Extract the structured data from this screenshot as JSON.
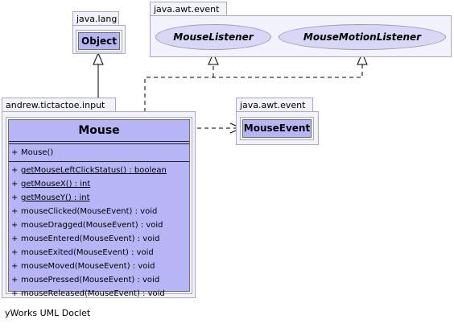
{
  "packages": {
    "java_lang": {
      "label": "java.lang",
      "classes": {
        "object": "Object"
      }
    },
    "java_awt_event_top": {
      "label": "java.awt.event",
      "interfaces": {
        "mouse_listener": "MouseListener",
        "mouse_motion_listener": "MouseMotionListener"
      }
    },
    "andrew_input": {
      "label": "andrew.tictactoe.input"
    },
    "java_awt_event_right": {
      "label": "java.awt.event",
      "classes": {
        "mouse_event": "MouseEvent"
      }
    }
  },
  "main_class": {
    "name": "Mouse",
    "constructors": [
      {
        "vis": "+",
        "sig": "Mouse()"
      }
    ],
    "methods": [
      {
        "vis": "+",
        "sig": "getMouseLeftClickStatus() : boolean"
      },
      {
        "vis": "+",
        "sig": "getMouseX() : int"
      },
      {
        "vis": "+",
        "sig": "getMouseY() : int"
      },
      {
        "vis": "+",
        "sig": "mouseClicked(MouseEvent) : void"
      },
      {
        "vis": "+",
        "sig": "mouseDragged(MouseEvent) : void"
      },
      {
        "vis": "+",
        "sig": "mouseEntered(MouseEvent) : void"
      },
      {
        "vis": "+",
        "sig": "mouseExited(MouseEvent) : void"
      },
      {
        "vis": "+",
        "sig": "mouseMoved(MouseEvent) : void"
      },
      {
        "vis": "+",
        "sig": "mousePressed(MouseEvent) : void"
      },
      {
        "vis": "+",
        "sig": "mouseReleased(MouseEvent) : void"
      }
    ]
  },
  "footer": "yWorks UML Doclet",
  "colors": {
    "package_fill": "#f2f2fb",
    "class_fill": "#b6b6f7",
    "interface_fill": "#d8d8f6",
    "edge": "#000000"
  }
}
